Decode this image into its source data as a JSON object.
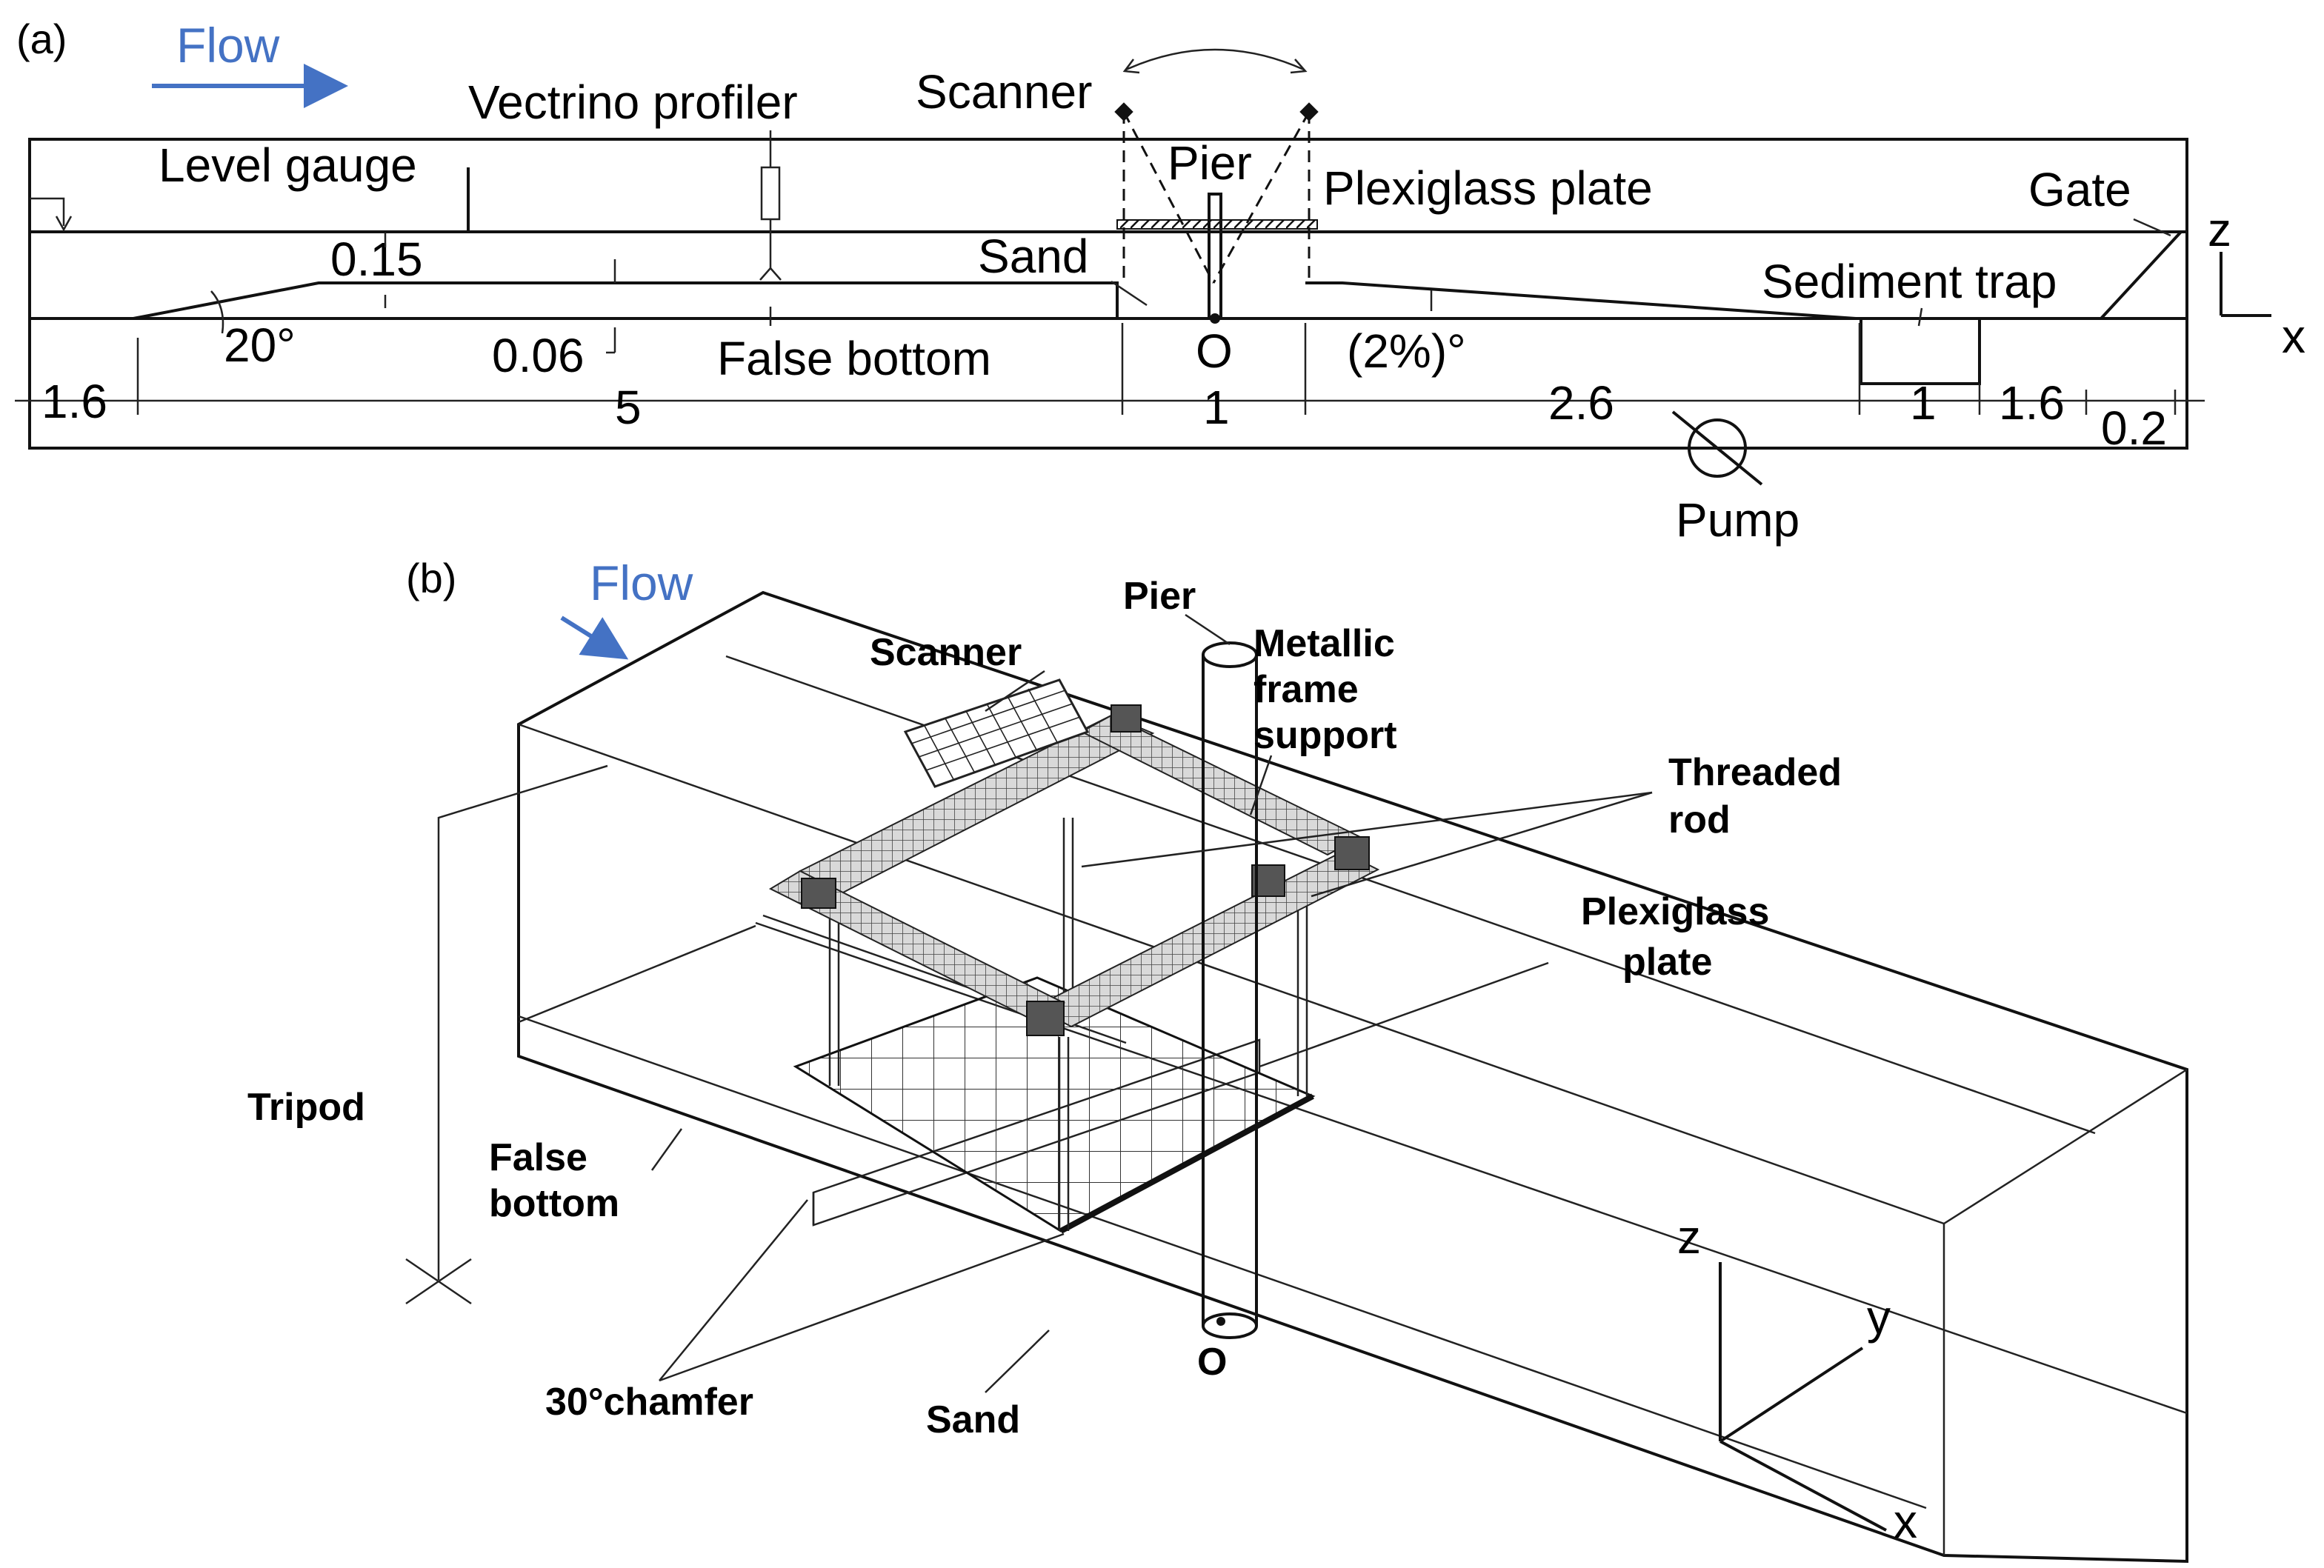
{
  "colors": {
    "flow": "#4472c4",
    "line": "#111111",
    "background": "#ffffff"
  },
  "panel_a": {
    "tag": "(a)",
    "flow": "Flow",
    "labels": {
      "vectrino": "Vectrino profiler",
      "scanner": "Scanner",
      "level_gauge": "Level gauge",
      "pier": "Pier",
      "plexiglass": "Plexiglass plate",
      "gate": "Gate",
      "sand": "Sand",
      "sediment_trap": "Sediment trap",
      "false_bottom": "False bottom",
      "origin": "O",
      "slope": "(2%)°",
      "angle": "20°",
      "pump": "Pump",
      "axis_z": "z",
      "axis_x": "x"
    },
    "dims": {
      "d015": "0.15",
      "d006": "0.06",
      "d16a": "1.6",
      "d5": "5",
      "d1a": "1",
      "d26": "2.6",
      "d1b": "1",
      "d16b": "1.6",
      "d02": "0.2"
    }
  },
  "panel_b": {
    "tag": "(b)",
    "flow": "Flow",
    "labels": {
      "pier": "Pier",
      "metallic_1": "Metallic",
      "metallic_2": "frame",
      "metallic_3": "support",
      "scanner": "Scanner",
      "threaded_1": "Threaded",
      "threaded_2": "rod",
      "plexi_1": "Plexiglass",
      "plexi_2": "plate",
      "tripod": "Tripod",
      "false_1": "False",
      "false_2": "bottom",
      "chamfer": "30°chamfer",
      "sand": "Sand",
      "origin": "O",
      "axis_z": "z",
      "axis_y": "y",
      "axis_x": "x"
    }
  }
}
